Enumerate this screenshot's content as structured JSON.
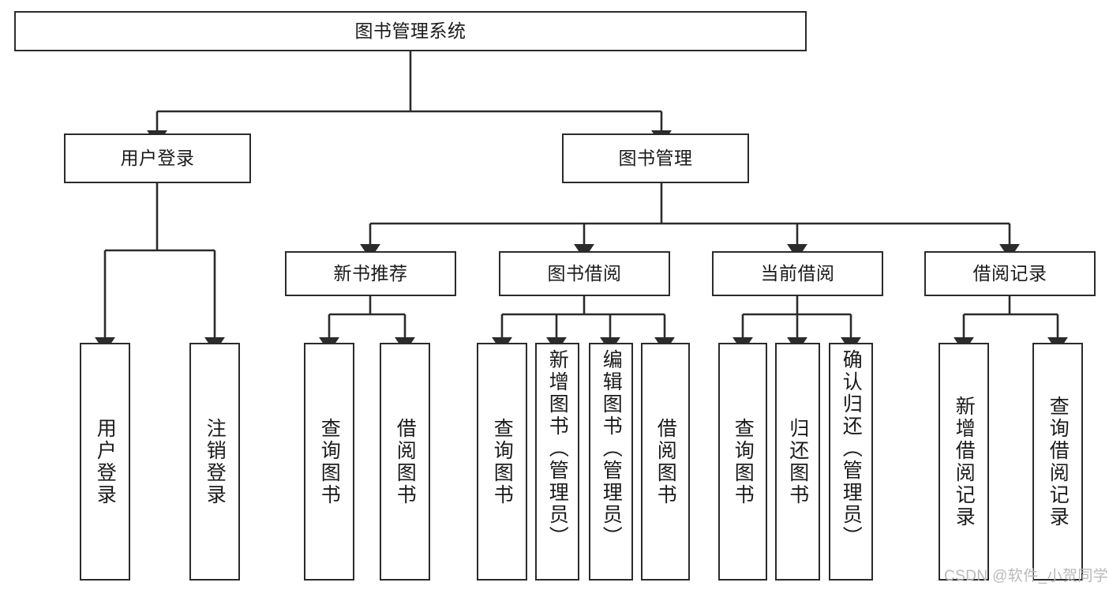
{
  "diagram": {
    "title": "图书管理系统",
    "type": "tree-hierarchy-diagram",
    "root": {
      "id": "root",
      "label": "图书管理系统"
    },
    "level1": [
      {
        "id": "user-login",
        "label": "用户登录"
      },
      {
        "id": "book-manage",
        "label": "图书管理"
      }
    ],
    "level2": [
      {
        "id": "new-book-recommend",
        "label": "新书推荐",
        "parent": "book-manage"
      },
      {
        "id": "book-borrow",
        "label": "图书借阅",
        "parent": "book-manage"
      },
      {
        "id": "current-borrow",
        "label": "当前借阅",
        "parent": "book-manage"
      },
      {
        "id": "borrow-record",
        "label": "借阅记录",
        "parent": "book-manage"
      }
    ],
    "leaves": [
      {
        "id": "leaf-user-login",
        "label": "用户登录",
        "parent": "user-login"
      },
      {
        "id": "leaf-logout",
        "label": "注销登录",
        "parent": "user-login"
      },
      {
        "id": "leaf-query-book-1",
        "label": "查询图书",
        "parent": "new-book-recommend"
      },
      {
        "id": "leaf-borrow-book-1",
        "label": "借阅图书",
        "parent": "new-book-recommend"
      },
      {
        "id": "leaf-query-book-2",
        "label": "查询图书",
        "parent": "book-borrow"
      },
      {
        "id": "leaf-add-book",
        "label": "新增图书（管理员）",
        "parent": "book-borrow"
      },
      {
        "id": "leaf-edit-book",
        "label": "编辑图书（管理员）",
        "parent": "book-borrow"
      },
      {
        "id": "leaf-borrow-book-2",
        "label": "借阅图书",
        "parent": "book-borrow"
      },
      {
        "id": "leaf-query-book-3",
        "label": "查询图书",
        "parent": "current-borrow"
      },
      {
        "id": "leaf-return-book",
        "label": "归还图书",
        "parent": "current-borrow"
      },
      {
        "id": "leaf-confirm-return",
        "label": "确认归还（管理员）",
        "parent": "current-borrow"
      },
      {
        "id": "leaf-add-record",
        "label": "新增借阅记录",
        "parent": "borrow-record"
      },
      {
        "id": "leaf-query-record",
        "label": "查询借阅记录",
        "parent": "borrow-record"
      }
    ],
    "colors": {
      "stroke": "#2b2b2b",
      "fill": "#ffffff",
      "text": "#1a1a1a",
      "watermark": "#b9b9b9"
    }
  },
  "watermark": {
    "text": "CSDN @软件_小贺同学"
  }
}
